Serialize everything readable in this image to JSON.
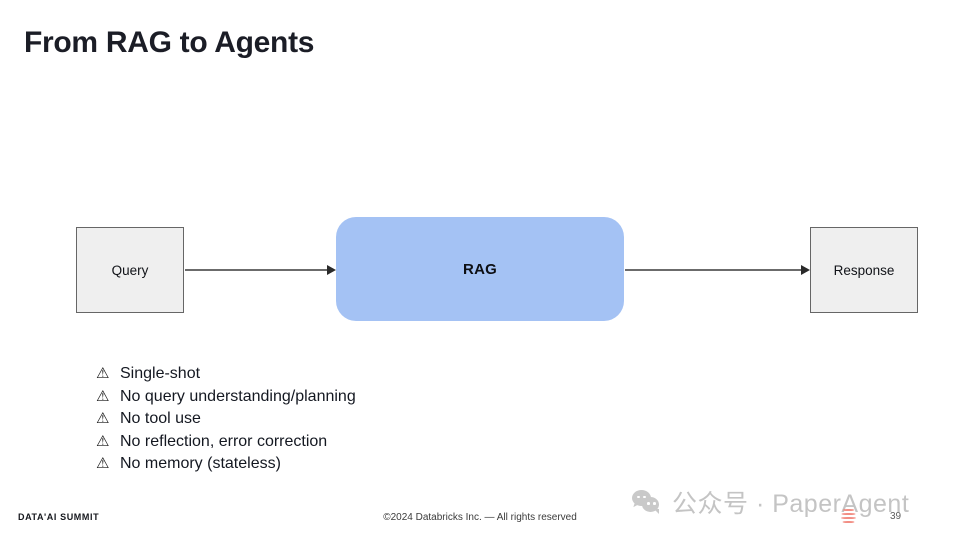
{
  "slide": {
    "title": "From RAG to Agents",
    "page_number": "39",
    "background_color": "#ffffff"
  },
  "diagram": {
    "type": "flow",
    "nodes": [
      {
        "id": "query",
        "label": "Query",
        "shape": "rectangle",
        "fill": "#efefef",
        "border": "#666666",
        "text_color": "#111318"
      },
      {
        "id": "rag",
        "label": "RAG",
        "shape": "rounded-rectangle",
        "fill": "#a4c2f4",
        "border": "none",
        "text_color": "#0d0f14"
      },
      {
        "id": "response",
        "label": "Response",
        "shape": "rectangle",
        "fill": "#efefef",
        "border": "#666666",
        "text_color": "#111318"
      }
    ],
    "edges": [
      {
        "from": "query",
        "to": "rag",
        "style": "solid-arrow",
        "color": "#6b6b6b"
      },
      {
        "from": "rag",
        "to": "response",
        "style": "solid-arrow",
        "color": "#6b6b6b"
      }
    ]
  },
  "limitations": {
    "icon": "warning-triangle-icon",
    "icon_glyph": "⚠",
    "items": [
      "Single-shot",
      "No query understanding/planning",
      "No tool use",
      "No reflection, error correction",
      "No memory (stateless)"
    ]
  },
  "footer": {
    "brand_logo": "DATA'AI SUMMIT",
    "copyright": "©2024 Databricks Inc. — All rights reserved"
  },
  "watermark": {
    "icon": "wechat-icon",
    "text": "公众号 · PaperAgent",
    "color": "#c4c4c4"
  },
  "databricks_mark": {
    "name": "databricks-logo",
    "color": "#f07a6e"
  }
}
